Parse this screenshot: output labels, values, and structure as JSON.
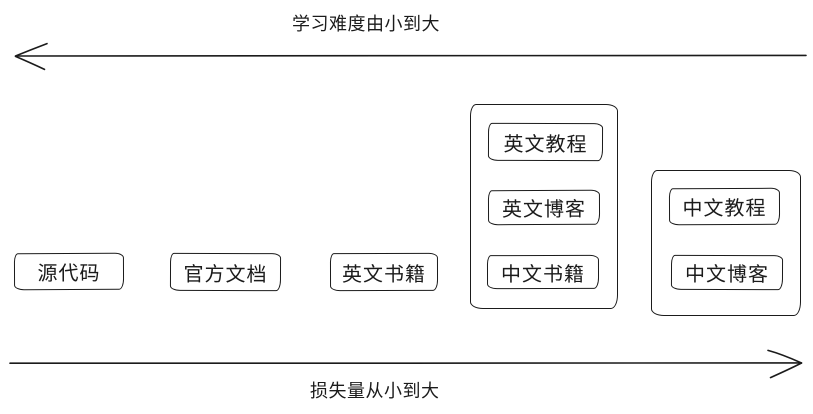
{
  "axes": {
    "top": {
      "label": "学习难度由小到大",
      "arrow_direction": "left"
    },
    "bottom": {
      "label": "损失量从小到大",
      "arrow_direction": "right"
    }
  },
  "standalone_boxes": [
    {
      "label": "源代码"
    },
    {
      "label": "官方文档"
    },
    {
      "label": "英文书籍"
    }
  ],
  "groups": [
    {
      "name": "english-resources-group",
      "boxes": [
        {
          "label": "英文教程"
        },
        {
          "label": "英文博客"
        },
        {
          "label": "中文书籍"
        }
      ]
    },
    {
      "name": "chinese-resources-group",
      "boxes": [
        {
          "label": "中文教程"
        },
        {
          "label": "中文博客"
        }
      ]
    }
  ],
  "colors": {
    "stroke": "#1b1b1b",
    "background": "#ffffff"
  }
}
